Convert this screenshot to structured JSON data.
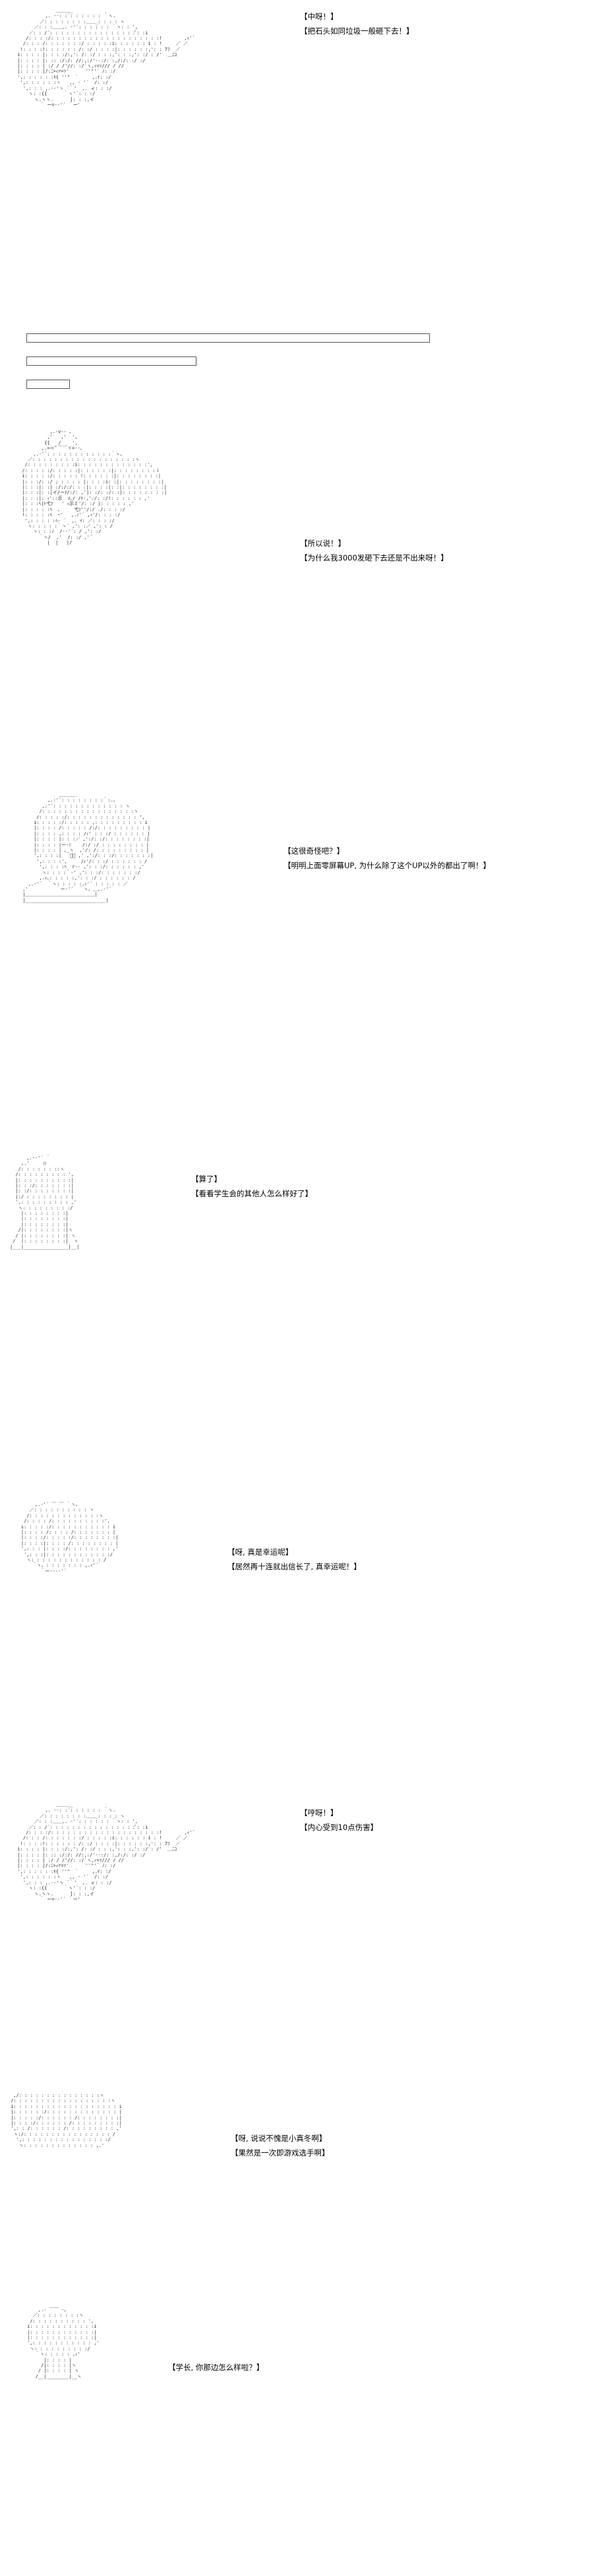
{
  "panels": [
    {
      "lines": [
        "【中呀！】",
        "【把石头如同垃圾一般砸下去！】"
      ],
      "art": "                ＿＿＿_\n            ,. -‐: :´: : : : : : ｀ヽ.\n          ／: : : : : : : :＿＿_: : : : ヽ\n        ／: : :＿＿,. ‐'´: : : : : : ｀ヽ: : ',\n      ／: : /´: : : : : : : : : : : : : : : :ﾟ: :i\n     /: : : :/: : : : : : : : : : : : : : : : : : : :!        ,ｨ'´\n    /: : : /: : : : : : :/ : : : : :i: : : : : : i : !     ／ ／\n   !: : : :!: : : : : : /: :/ : : : :|: : : : : :,': : 7ﾌ  ／\n  i: : : : |: : : :/:,': /: :/ : : :,': : :,': :/ : /'  ＿ﾆｺ\n  |: : : : |: :: :/:/: //:,:/'‐-:/: :,/:/: :/ :/\n  |: : : : | :/ / /'//: :/`ヽ,ｨ=ｧ/// / //\n  |: : : : |/:ﾆ>ｨr=ｧ'      ''\"'´ ﾉ: :/\n  ',: : : : : :ｷ{ ''\"  `     ,.ｲ: :/\n   ',: : : : : :ヽ   ,, ‐ '´  /: :/\n    ',: : : ,.-‐'ヽ ´｀'  ,. ィ: : :/\n      ヽ: :{{      ｀ヽ'´: : :/\n        ヽ.ヽヽ.      ]: : :,イ\n          ｀ ー=-‐'´ ｀ー'\n"
    },
    {
      "lines": [
        "【所以说！】",
        "【为什么我3000发砸下去还是不出来呀！】"
      ],
      "art": "            ,.‐v‐- ､\n           ,'   ,'  ',\n          {{   /    ',\n         ,.=＝'ﾞ￣￣ヾ=--､\n      ,.‐'´: : : : : : : : : : : :｀ヽ、\n    ／: : : : : : : : : : : : : : : : : : :ヽ\n   /: : : : : : : : :i: : : : : : : : : : : : :',\n  /: : : : :/: : : : :|: : : : : :|: : : : : : : :ｉ\n  i: : : : :/: : : : : !: : : : : :|: : : : : : : :|\n  |: : :/: :/ ; : : : : |: : : :i: :|: : : : : : : :|\n  |: : :|: :| :/:/:/: : :|: : : :|: :|: : : : : : : :|\n  |: : :|: :|イ/ーﾒ/:/: ,'|: :/: :/: :|: : : : : : : :|\n  |: : :|: ｨ'::示  ﾒ､/ /ｲ-,':/: :/!: : : : : : ,'\n  |: : :ﾍ|ﾄ弋ﾂ   ' ｨ示ミ'/: :/ |: : : : : ,'\n  |: : : : :ﾍ  ､     弋ﾂ''/:/ ./: : : :/\n  !: : : : :ﾍ  ｰ'   ,.ｨ'´ ,ｨ'/: : : :/\n   ',: : : : :ﾍ‐ ´  ,. ｲ: ／: : : :/\n    ヽ: : : : :｀ヽ´ ,': :／ ,': : /\n      ヽ: : :ﾉ  /‐‐'´: / ,': :/\n        ｀ヽ/  ,'  /: :/ ,'´\n           |  |   |/\n"
    },
    {
      "lines": [
        "【这很奇怪吧？】",
        "【明明上面零屏幕UP, 为什么除了这个UP以外的都出了啊！】"
      ],
      "art": "              ＿＿＿＿\n          ,.:'´: : : : : : : :｀:.、\n        ,:'´: : : : : : : : : : : : : ヽ\n       /: : : : : : : : : : : : : : : : :ヽ\n      /: : : : :/: : : : : : : : : : : : : ',\n     i: : : : :/: : : : : ,: : : : : : : : : i\n     |: : : : /: : : : : /:/: : : : : : : : : |\n     |: : : : ,: : : : /ｨ' : : :/ : : : : : : |\n     |: : : : |: : :／ ,':/: :/: : : : : : : :|\n     |: : : : |ー‐ﾐ    /:/ :/ : : : : : : : : |\n     |: : : : | ､_ヽ  ,'/: /: : : : : : : : : |\n     ',: : : :|   ﾞﾞ ,' ,':/: : :/: : : : : : :|\n      ',: : : :',     /ｨ'/: : :/ : : : : : : /\n       ',: : : :ﾍ  r-‐ ,': : :/: : : : : : ,'\n        ヽ: : : :｀-' ,': : :/: : : : : : :/\n       ,.ｨ､: : : : :,': : :/ : : : : : : /\n   ,.‐'´  ｀ヽ: : : : :,ｨ'´ : : : : : ／\n ,'          ｀ー‐'´  ｀ヽ、＿,.‐'´\n |＿＿＿＿＿＿＿＿＿＿＿＿＿＿＿|\n |_____________________________|\n"
    },
    {
      "lines": [
        "【算了】",
        "【看看学生会的其他人怎么样好了】"
      ],
      "art": "      ,.-‐'´ ｀\n    ,.'     ○\n   /: : : : : : ::ヽ\n  /: : : : : : : : : ',\n  |: : : : : : : : : :|\n  |: : :/: : : : : : :|\n  |: :/: : : : : : : :|\n  |:/ : : : : : : : : |\n  ',: : : : : : : : : ,'\n   ヽ: : : : : : : : :/\n    |: : : : : : : :|\n    |: : : : : : : :|\n    |: : : : : : : :|\n   /|: : : : : : : :|ヽ\n  / |: : : : : : : :| ヽ\n /  |: : : : : : : :|  ヽ\n|___|________________|__|\n"
    },
    {
      "lines": [
        "【呀, 真是幸运呢】",
        "【居然再十连就出信长了, 真幸运呢！】"
      ],
      "art": "         ,.‐'´ ￣ ￣ ｀ヽ、\n       ／: : : : : : : : : : ヽ\n      /: : : : : : : : : : : : :ヽ\n     /: : : : /: : : : : : : : : :',\n    i: : : : :/: : : : : : : : : : : i\n    |: : : : /: : : : /: : : : : : : |\n    |: : : :/: : : : :/: : : : : : : :|\n    |: : : :|: : : : /: : : : : : : : |\n    ',: : : |: : : :/: : : : : : : : ,'\n     ',: : :|: : : : : : : : : : : :/\n      ヽ: : : : : : : : : : : : : /\n        ｀ヽ、: : : : : : : ,.ｨ'´\n           ｀ー‐‐‐‐'´\n"
    },
    {
      "lines": [
        "【哼呀！】",
        "【内心受到10点伤害】"
      ],
      "art": "                ＿＿＿_\n            ,. -‐: :´: : : : : : ｀ヽ.\n          ／: : : : : : : :＿＿_: : : : ヽ\n        ／: : :＿＿,. ‐'´: : : : : : ｀ヽ: : ',\n      ／: : /´: : : : : : : : : : : : : : : :ﾟ: :i\n     /: : : :/: : : : : : : : : : : : : : : : : : : :!        ,ｨ'´\n    /: : : /: : : : : : :/ : : : : :i: : : : : : i : !     ／ ／\n   !: : : :!: : : : : : /: :/ : : : :|: : : : : :,': : 7ﾌ  ／\n  i: : : : |: : : :/:,': /: :/ : : :,': : :,': :/ : /'  ＿ﾆｺ\n  |: : : : |: :: :/:/: //:,:/'‐-:/: :,/:/: :/ :/\n  |: : : : | :/ / /'//: :/`ヽ,ｨ=ｧ/// / //\n  |: : : : |/:ﾆ>ｨr=ｧ'      ''\"'´ ﾉ: :/\n  ',: : : : : :ｷ{ ''\"  `     ,.ｲ: :/\n   ',: : : : : :ヽ   ,, ‐ '´  /: :/\n    ',: : : ,.-‐'ヽ ´｀'  ,. ィ: : :/\n      ヽ: :{{      ｀ヽ'´: : :/\n        ヽ.ヽヽ.      ]: : :,イ\n          ｀ ー=-‐'´ ｀ー'\n"
    },
    {
      "lines": [
        "【呀, 说说不愧是小真冬啊】",
        "【果然是一次即游戏选手啊】"
      ],
      "art": "  ,/: : : : : : : : : : : : : : :ヽ\n /: : : : : : : : : : : : : : : : : :ヽ\n i: : : : : : : : : : : : : : : : : : : i\n |: : : : : :/: : : : : : : : : : : : : |\n |: : : : :/: : : : : : /: : : : : : : :|\n |: : : :/: : : : : : /: : : : : : : : :|\n ',: : /: : : : : : /: : : : : : : : : ,'\n  ヽ:/: : : : : : : : : : : : : : : : /\n   ',: : : : : : : : : : : : : : : :/\n    ヽ: : : : : : : : : : : : : ,.'\n"
    },
    {
      "lines": [
        "【学长, 你那边怎么样啦？】"
      ],
      "art": "         ,.‐ ￣￣ ‐､\n       ／: : : : : : : :ヽ\n      /: : : : : : : : : : ',\n     i: : : : : : : : : : : :i\n     |: : : : : : : : : : : :|\n     |: : : : : : : : : : : :|\n     ',: : : : : : : : : : : ,'\n      ヽ: : : : : : : : : :/\n        ｀ヽ: : : : : ,ｨ'\n           |: : : : |\n          /|: : : : |ヽ\n         / |: : : : | ヽ\n        /__|________|__ヽ\n"
    }
  ],
  "gacha_bars": [
    {
      "name": "long-bar"
    },
    {
      "name": "medium-bar"
    },
    {
      "name": "short-bar"
    }
  ]
}
